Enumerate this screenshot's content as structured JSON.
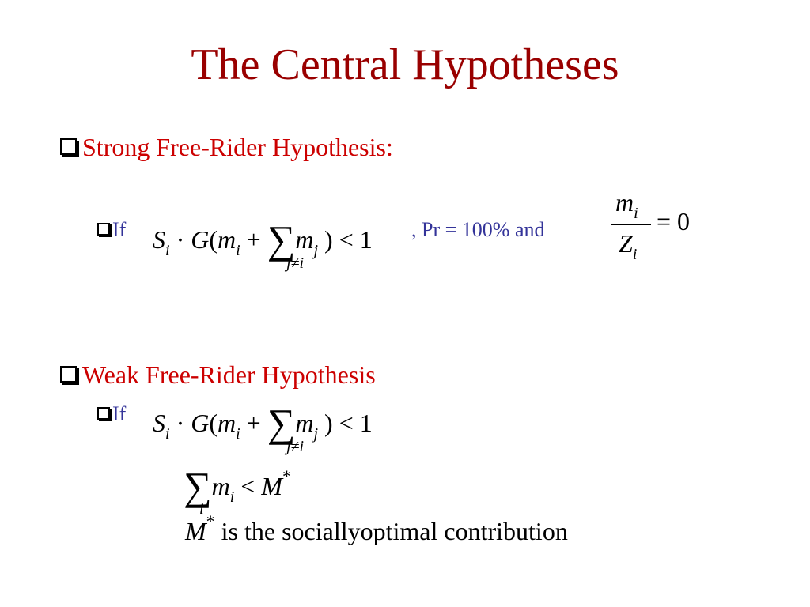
{
  "slide": {
    "title": "The Central Hypotheses"
  },
  "strong": {
    "heading": "Strong Free-Rider Hypothesis:",
    "if_label": "If",
    "expr": {
      "S": "S",
      "S_sub": "i",
      "dot": "·",
      "G": "G",
      "lparen": "(",
      "m": "m",
      "m_sub": "i",
      "plus": "+",
      "sum": "∑",
      "sum_under": "j≠i",
      "mj": "m",
      "mj_sub": "j",
      "rparen": ")",
      "lt": "<",
      "one": "1"
    },
    "connector": ",  Pr = 100% and",
    "fraction": {
      "num": "m",
      "num_sub": "i",
      "den": "Z",
      "den_sub": "i",
      "eq": "= 0"
    }
  },
  "weak": {
    "heading": "Weak Free-Rider Hypothesis",
    "if_label": "If",
    "expr": {
      "S": "S",
      "S_sub": "i",
      "dot": "·",
      "G": "G",
      "lparen": "(",
      "m": "m",
      "m_sub": "i",
      "plus": "+",
      "sum": "∑",
      "sum_under": "j≠i",
      "mj": "m",
      "mj_sub": "j",
      "rparen": ")",
      "lt": "<",
      "one": "1"
    },
    "sum_line": {
      "sum": "∑",
      "under": "i",
      "m": "m",
      "m_sub": "i",
      "lt": "<",
      "M": "M",
      "star": "*"
    },
    "note": {
      "M": "M",
      "star": "*",
      "text": "is the sociallyoptimal contribution"
    }
  },
  "colors": {
    "title": "#990000",
    "heading": "#cc0000",
    "sub_bullet": "#333399",
    "math": "#000000"
  },
  "icons": {
    "bullet": "hollow-square-bullet-icon"
  }
}
